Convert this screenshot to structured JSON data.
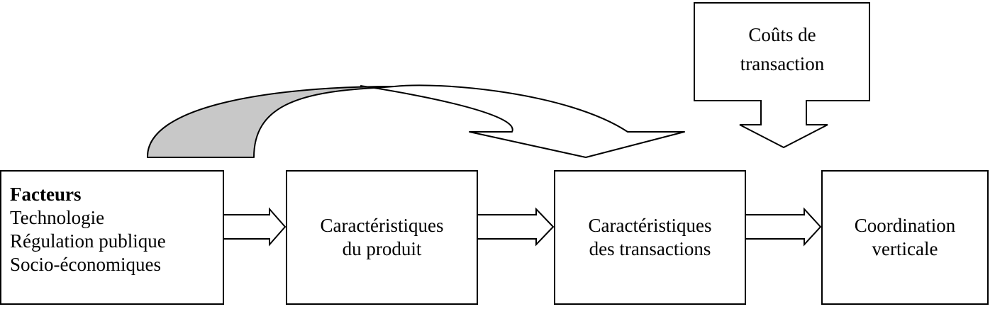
{
  "boxes": {
    "facteurs": {
      "heading": "Facteurs",
      "items": [
        "Technologie",
        "Régulation publique",
        "Socio-économiques"
      ]
    },
    "produit": {
      "lines": [
        "Caractéristiques",
        "du produit"
      ]
    },
    "transactions": {
      "lines": [
        "Caractéristiques",
        "des transactions"
      ]
    },
    "coordination": {
      "lines": [
        "Coordination",
        "verticale"
      ]
    },
    "couts": {
      "lines": [
        "Coûts de",
        "transaction"
      ]
    }
  },
  "colors": {
    "stroke": "#000000",
    "background": "#ffffff",
    "curved_arrow_shade": "#c8c8c8"
  }
}
